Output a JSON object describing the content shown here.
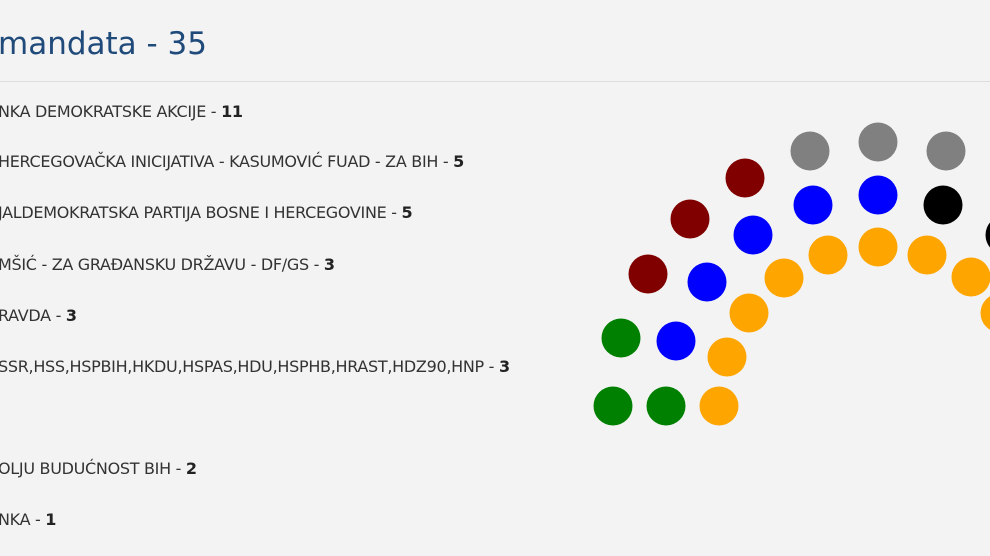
{
  "title": "mandata - 35",
  "chart_data": {
    "type": "parliament",
    "title": "mandata - 35",
    "total": 35,
    "parties": [
      {
        "name": "NKA DEMOKRATSKE AKCIJE",
        "seats": 11,
        "color": "#ffa500"
      },
      {
        "name": "HERCEGOVAČKA INICIJATIVA - KASUMOVIĆ FUAD - ZA BIH",
        "seats": 5,
        "color": "#0000ff"
      },
      {
        "name": "JALDEMOKRATSKA PARTIJA BOSNE I HERCEGOVINE",
        "seats": 5,
        "color": "#808080"
      },
      {
        "name": "MŠIĆ - ZA GRAĐANSKU DRŽAVU - DF/GS",
        "seats": 3,
        "color": "#800000"
      },
      {
        "name": "RAVDA",
        "seats": 3,
        "color": "#008000"
      },
      {
        "name": "SSR,HSS,HSPBIH,HKDU,HSPAS,HDU,HSPHB,HRAST,HDZ90,HNP",
        "seats": 3,
        "color": "#000000"
      },
      {
        "name": "",
        "seats": null,
        "color": ""
      },
      {
        "name": "OLJU BUDUĆNOST BIH",
        "seats": 2,
        "color": ""
      },
      {
        "name": "NKA",
        "seats": 1,
        "color": ""
      }
    ],
    "separator": " - "
  }
}
